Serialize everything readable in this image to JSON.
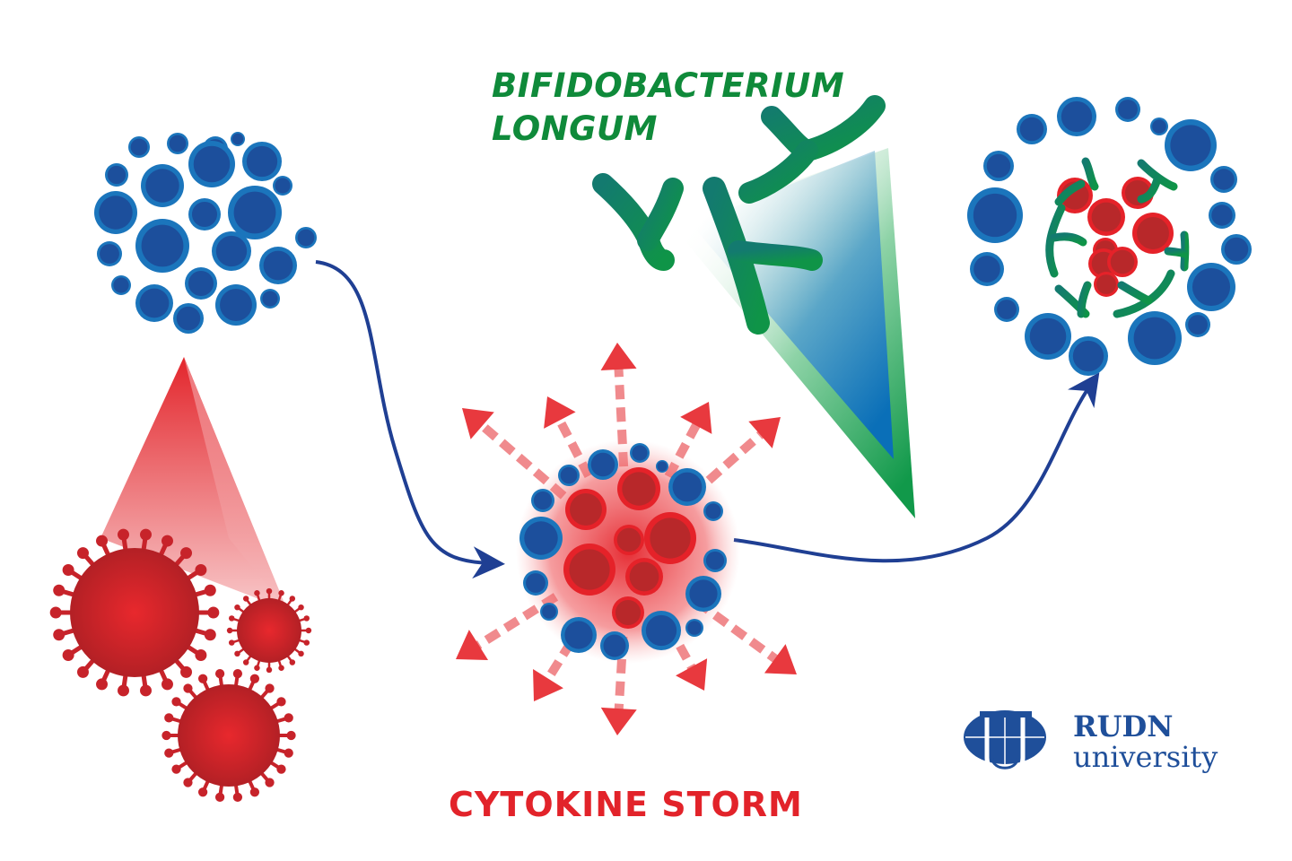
{
  "labels": {
    "bacterium_line1": "BIFIDOBACTERIUM",
    "bacterium_line2": "LONGUM",
    "cytokine": "CYTOKINE STORM"
  },
  "logo": {
    "name_line1": "RUDN",
    "name_line2": "university"
  },
  "colors": {
    "cell_blue_outer": "#1b75bc",
    "cell_blue_inner": "#1c4f9c",
    "cell_red_outer": "#e52229",
    "cell_red_inner": "#b8282a",
    "virus_red": "#d42027",
    "bacteria_green": "#0f9447",
    "bacteria_teal": "#137a6f",
    "arrow_navy": "#1f3f93",
    "label_green": "#0f8a3a",
    "label_red": "#e2232a",
    "logo_blue": "#1f4f9a"
  },
  "stages": [
    {
      "id": "healthy-cell-cluster",
      "description": "immune cells"
    },
    {
      "id": "virus-group",
      "description": "coronaviruses"
    },
    {
      "id": "cytokine-storm-cluster",
      "description": "activated immune cells releasing cytokines"
    },
    {
      "id": "bacterium-treatment",
      "description": "Bifidobacterium longum"
    },
    {
      "id": "resolved-cluster",
      "description": "immune response balanced by bacteria"
    }
  ]
}
